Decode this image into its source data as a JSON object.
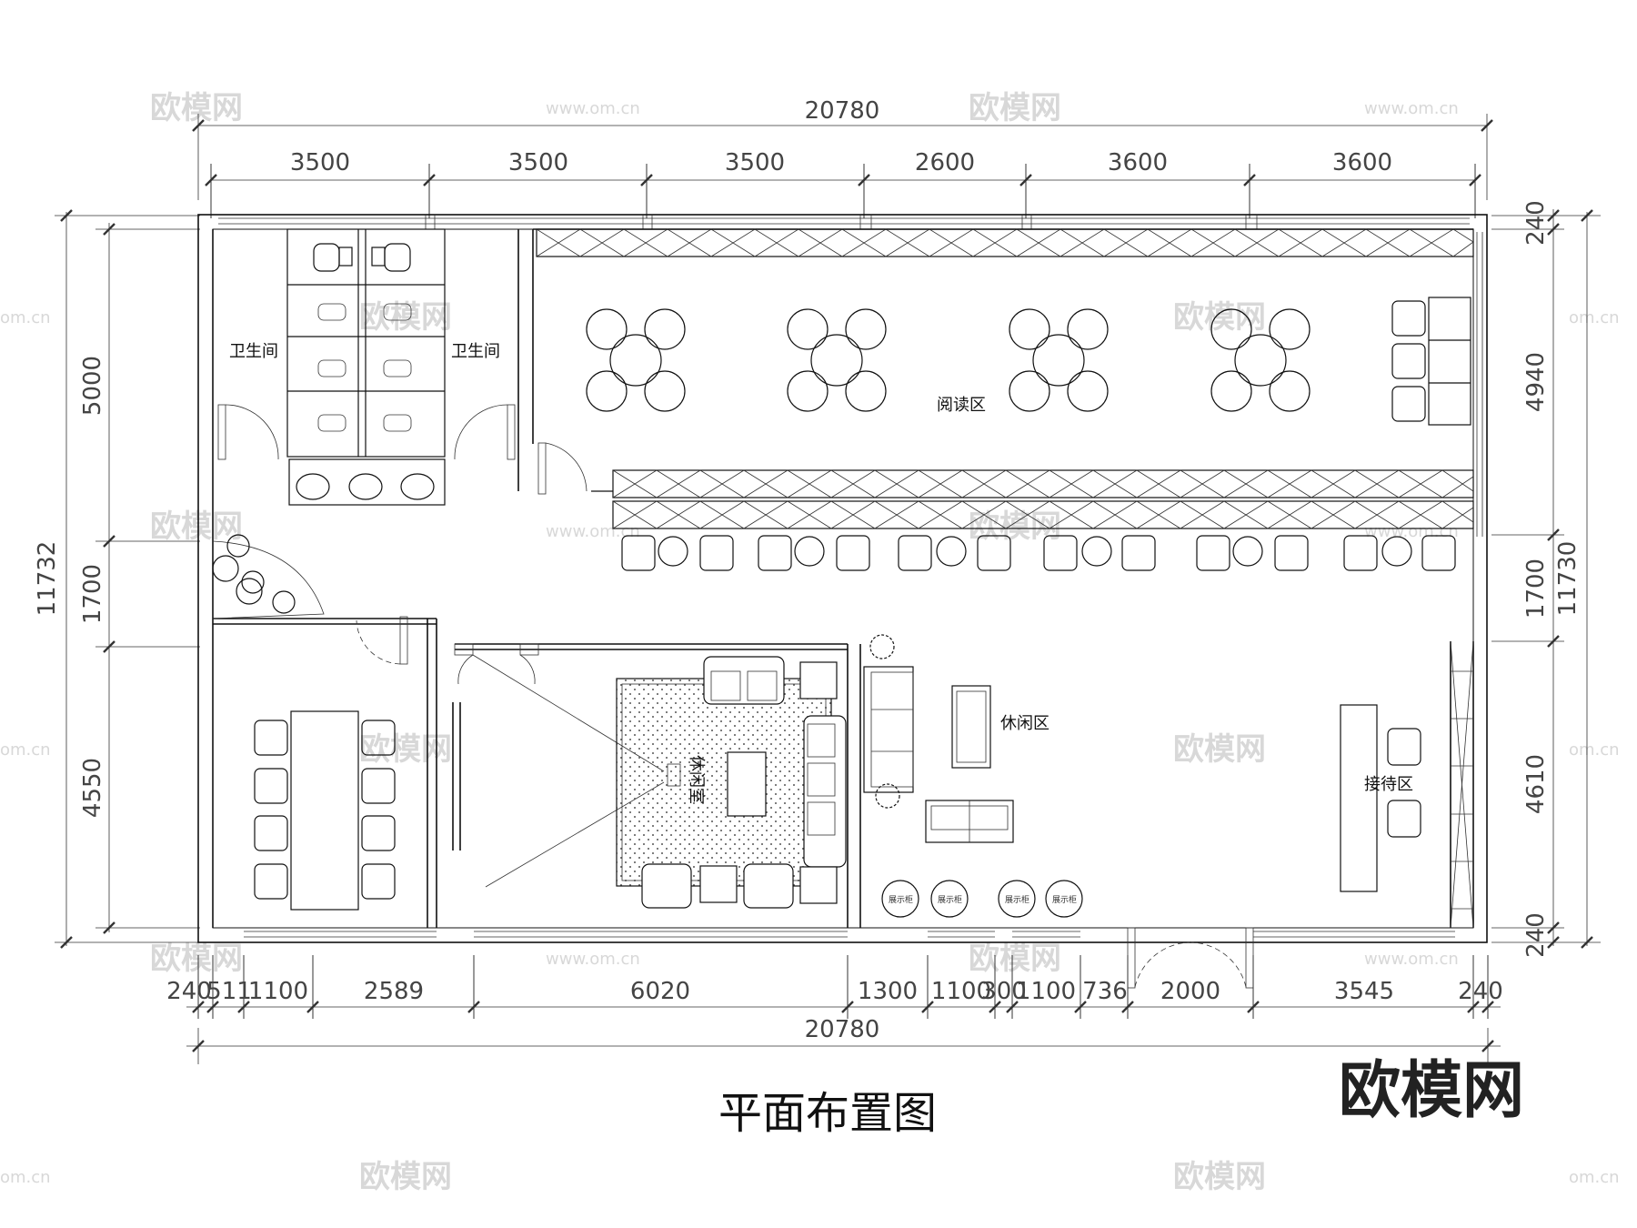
{
  "title": "平面布置图",
  "watermark": {
    "brand": "欧模网",
    "url": "www.om.cn",
    "tail": "om.cn"
  },
  "dimensions": {
    "top_total": "20780",
    "top_segments": [
      "3500",
      "3500",
      "3500",
      "2600",
      "3600",
      "3600"
    ],
    "bottom_segments": [
      "240",
      "511",
      "1100",
      "2589",
      "6020",
      "1300",
      "1100",
      "300",
      "1100",
      "736",
      "2000",
      "3545",
      "240"
    ],
    "bottom_total": "20780",
    "left_total": "11732",
    "left_segments": [
      "5000",
      "1700",
      "4550"
    ],
    "right_total": "11730",
    "right_segments": [
      "240",
      "4940",
      "1700",
      "4610",
      "240"
    ]
  },
  "rooms": {
    "toilet_left": "卫生间",
    "toilet_right": "卫生间",
    "reading": "阅读区",
    "lounge_room": "休闲室",
    "lounge_area": "休闲区",
    "reception": "接待区",
    "display_label": "展示柜"
  }
}
